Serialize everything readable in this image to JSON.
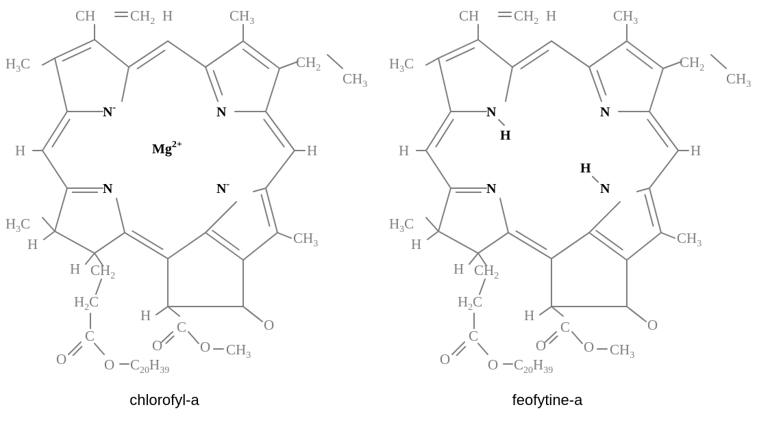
{
  "diagram": {
    "bond_color": "#7f7f7f",
    "heteroatom_color": "#000000",
    "text_color": "#7f7f7f"
  },
  "molecules": [
    {
      "id": "chlorophyll",
      "caption": "chlorofyl-a",
      "metal": {
        "symbol": "Mg",
        "charge": "2+"
      },
      "nitrogens": [
        {
          "symbol": "N",
          "charge": "-"
        },
        {
          "symbol": "N",
          "charge": ""
        },
        {
          "symbol": "N",
          "charge": ""
        },
        {
          "symbol": "N",
          "charge": "-"
        }
      ]
    },
    {
      "id": "pheophytin",
      "caption": "feofytine-a",
      "metal": null,
      "nitrogens": [
        {
          "symbol": "N",
          "hydrogen": "H"
        },
        {
          "symbol": "N",
          "hydrogen": ""
        },
        {
          "symbol": "N",
          "hydrogen": ""
        },
        {
          "symbol": "N",
          "hydrogen": "H"
        }
      ]
    }
  ],
  "labels": {
    "vinyl": "CH",
    "vinyl_ch2": "CH",
    "h": "H",
    "ch": "CH",
    "ch3_sub": "3",
    "ch2_sub": "2",
    "h3c_h": "H",
    "h3c_c": "C",
    "ethyl_ch": "CH",
    "ethyl_ch3": "CH",
    "o": "O",
    "c": "C",
    "c20": "C",
    "c20_sub": "20",
    "h39": "H",
    "h39_sub": "39"
  }
}
